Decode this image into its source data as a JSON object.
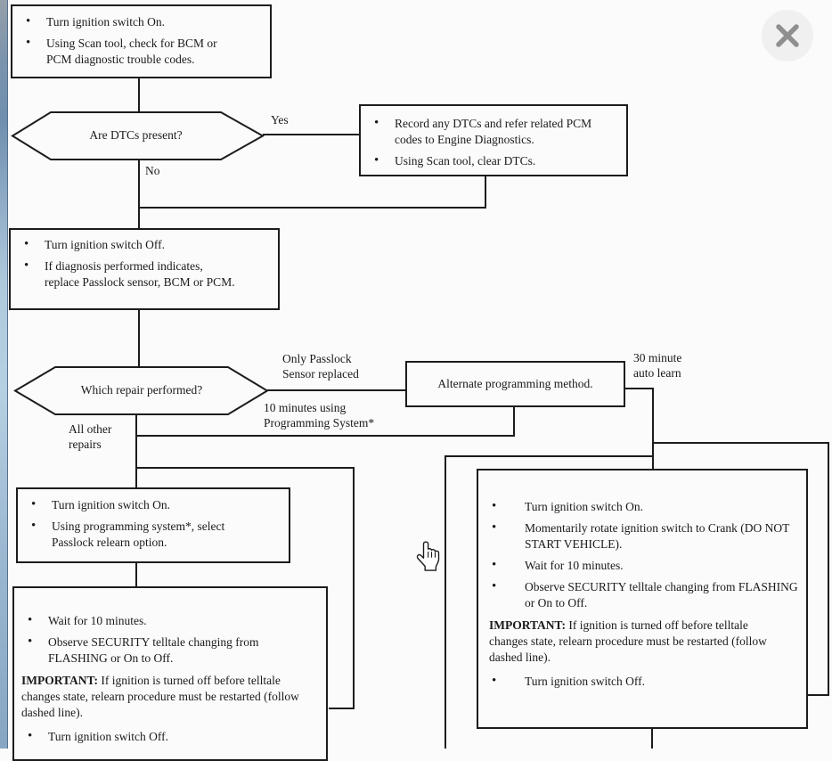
{
  "colors": {
    "line": "#1c1c1c",
    "page_background": "#fbfbfb",
    "edge_strip_blue": "#7b93ad",
    "close_button_bg": "#f0f0f0",
    "close_button_glyph": "#8f8f8f"
  },
  "window": {
    "close_icon": "close-icon",
    "cursor": "hand-pointer-cursor"
  },
  "flowchart": {
    "start_box": {
      "items": [
        "Turn ignition switch On.",
        "Using Scan tool, check for BCM or PCM diagnostic trouble codes."
      ]
    },
    "dtc_decision": {
      "question": "Are DTCs present?",
      "yes": "Yes",
      "no": "No"
    },
    "record_dtcs_box": {
      "items": [
        "Record any DTCs and refer related PCM codes to Engine Diagnostics.",
        "Using Scan tool, clear DTCs."
      ]
    },
    "diagnosis_box": {
      "items": [
        "Turn ignition switch Off.",
        "If diagnosis performed indicates, replace Passlock sensor, BCM or PCM."
      ]
    },
    "repair_decision": {
      "question": "Which repair performed?"
    },
    "branch_labels": {
      "only_passlock": "Only Passlock Sensor replaced",
      "ten_minutes": "10 minutes using Programming System*",
      "all_other": "All other repairs",
      "thirty_minute": "30 minute auto learn"
    },
    "alternate_box": {
      "label": "Alternate programming method."
    },
    "relearn_box": {
      "items": [
        "Turn ignition switch On.",
        "Using programming system*, select Passlock relearn option."
      ]
    },
    "wait_box": {
      "items": [
        "Wait for 10 minutes.",
        "Observe SECURITY telltale changing from FLASHING or On to Off."
      ],
      "important_label": "IMPORTANT:",
      "important_text": " If ignition is turned off before telltale changes state, relearn procedure must be restarted (follow dashed line).",
      "final_items": [
        "Turn ignition switch Off."
      ]
    },
    "auto_learn_box": {
      "items": [
        "Turn ignition switch On.",
        "Momentarily rotate ignition switch to Crank (DO NOT START VEHICLE).",
        "Wait for 10 minutes.",
        "Observe SECURITY telltale changing from FLASHING or On to Off."
      ],
      "important_label": "IMPORTANT:",
      "important_text": " If ignition is turned off before telltale changes state, relearn procedure must be restarted (follow dashed line).",
      "final_items": [
        "Turn ignition switch Off."
      ]
    }
  }
}
